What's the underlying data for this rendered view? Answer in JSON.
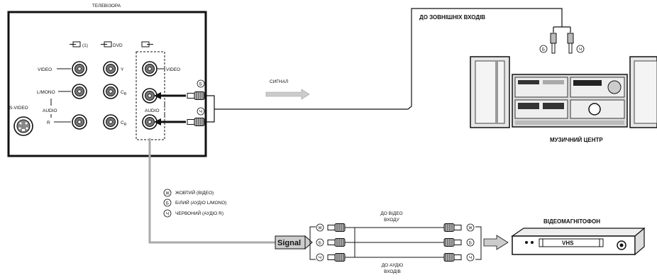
{
  "tv": {
    "title": "ТЕЛЕВІЗОРА",
    "input1_label": "(1)",
    "dvd_label": "DVD",
    "video_label": "VIDEO",
    "lmono_label": "L/MONO",
    "audio_label": "AUDIO",
    "r_label": "R",
    "svideo_label": "S-VIDEO",
    "y_label": "Y",
    "cb_label": "C",
    "cb_sub": "B",
    "cr_label": "C",
    "cr_sub": "R",
    "out_video_label": "VIDEO",
    "out_audio_label": "AUDIO"
  },
  "connectors": {
    "b": "Б",
    "ch": "Ч",
    "zh": "Ж"
  },
  "signal_top": "СИГНАЛ",
  "external_inputs": "ДО ЗОВНІШНІХ ВХОДІВ",
  "music_center": "МУЗИЧНИЙ ЦЕНТР",
  "legend": [
    {
      "mark": "Ж",
      "text": "ЖОВТИЙ (ВІДЕО)"
    },
    {
      "mark": "Б",
      "text": "БІЛИЙ (АУДІО L/MONO)"
    },
    {
      "mark": "Ч",
      "text": "ЧЕРВОНИЙ (АУДІО R)"
    }
  ],
  "signal_box": "Signal",
  "to_video_input": [
    "ДО ВІДЕО",
    "ВХОДУ"
  ],
  "to_audio_inputs": [
    "ДО АУДІО",
    "ВХОДІВ"
  ],
  "vcr_title": "ВІДЕОМАГНІТОФОН",
  "vcr_brand": "VHS"
}
